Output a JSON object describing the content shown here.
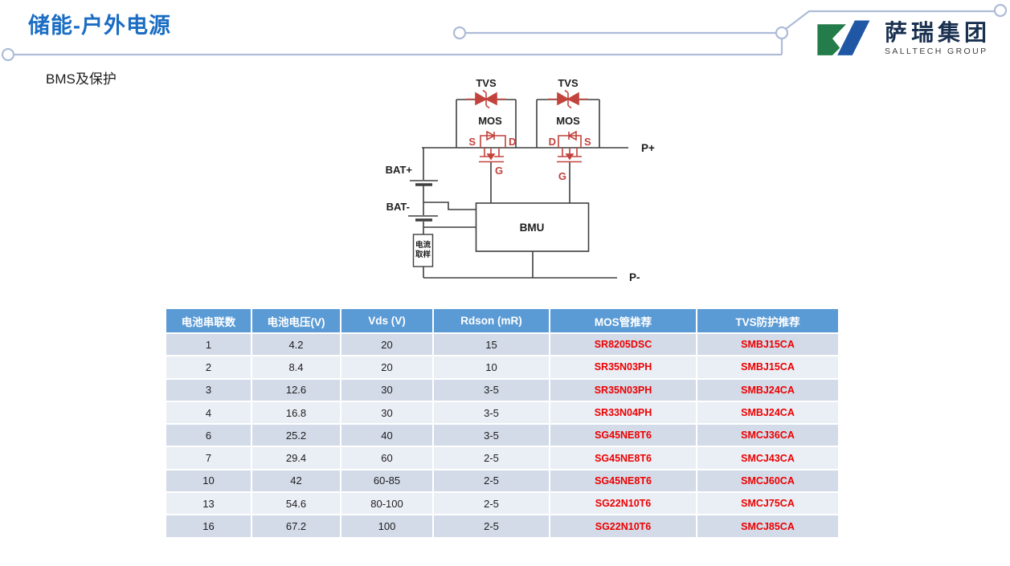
{
  "header": {
    "title": "储能-户外电源",
    "subtitle": "BMS及保护"
  },
  "logo": {
    "company_cn": "萨瑞集团",
    "company_en": "SALLTECH GROUP",
    "mark_green": "#237c49",
    "mark_blue": "#1f57a5"
  },
  "diagram": {
    "tvs": "TVS",
    "mos": "MOS",
    "bmu": "BMU",
    "bat_plus": "BAT+",
    "bat_minus": "BAT-",
    "p_plus": "P+",
    "p_minus": "P-",
    "source": "S",
    "drain": "D",
    "gate": "G",
    "current_sample_line1": "电流",
    "current_sample_line2": "取样",
    "wire_color": "#3f3f3f",
    "component_color": "#c2423c"
  },
  "table": {
    "headers": [
      "电池串联数",
      "电池电压(V)",
      "Vds (V)",
      "Rdson (mR)",
      "MOS管推荐",
      "TVS防护推荐"
    ],
    "rows": [
      [
        "1",
        "4.2",
        "20",
        "15",
        "SR8205DSC",
        "SMBJ15CA"
      ],
      [
        "2",
        "8.4",
        "20",
        "10",
        "SR35N03PH",
        "SMBJ15CA"
      ],
      [
        "3",
        "12.6",
        "30",
        "3-5",
        "SR35N03PH",
        "SMBJ24CA"
      ],
      [
        "4",
        "16.8",
        "30",
        "3-5",
        "SR33N04PH",
        "SMBJ24CA"
      ],
      [
        "6",
        "25.2",
        "40",
        "3-5",
        "SG45NE8T6",
        "SMCJ36CA"
      ],
      [
        "7",
        "29.4",
        "60",
        "2-5",
        "SG45NE8T6",
        "SMCJ43CA"
      ],
      [
        "10",
        "42",
        "60-85",
        "2-5",
        "SG45NE8T6",
        "SMCJ60CA"
      ],
      [
        "13",
        "54.6",
        "80-100",
        "2-5",
        "SG22N10T6",
        "SMCJ75CA"
      ],
      [
        "16",
        "67.2",
        "100",
        "2-5",
        "SG22N10T6",
        "SMCJ85CA"
      ]
    ],
    "colors": {
      "header_bg": "#5b9bd5",
      "header_text": "#ffffff",
      "row_dark": "#d3dbe8",
      "row_light": "#eaeef5",
      "highlight_text": "#ec0000",
      "title_blue": "#1a6dc3"
    }
  }
}
